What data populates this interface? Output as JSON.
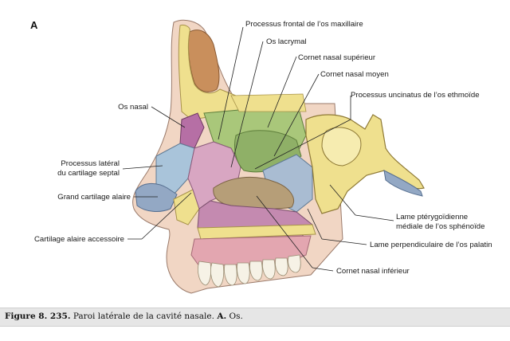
{
  "panel_letter": "A",
  "labels": {
    "processus_frontal": "Processus frontal de l’os maxillaire",
    "os_lacrymal": "Os lacrymal",
    "cornet_superieur": "Cornet nasal supérieur",
    "cornet_moyen": "Cornet nasal moyen",
    "processus_uncinatus": "Processus uncinatus de l’os ethmoïde",
    "os_nasal": "Os nasal",
    "processus_lateral_1": "Processus latéral",
    "processus_lateral_2": "du cartilage septal",
    "grand_cartilage": "Grand cartilage alaire",
    "cartilage_accessoire": "Cartilage alaire accessoire",
    "lame_pterygoidienne_1": "Lame ptérygoïdienne",
    "lame_pterygoidienne_2": "médiale de l’os sphénoïde",
    "lame_perpendiculaire": "Lame perpendiculaire de l’os palatin",
    "cornet_inferieur": "Cornet nasal inférieur"
  },
  "caption": {
    "figure": "Figure 8. 235.",
    "title": "Paroi latérale de la cavité nasale.",
    "panel": "A.",
    "rest": "Os."
  },
  "colors": {
    "skin": "#f1d6c4",
    "soft_tissue": "#e8b8a8",
    "bone_yellow": "#efe08e",
    "nasal_cartilage_blue": "#a9c4da",
    "green_region": "#a9c77a",
    "pink_region": "#d8a6c2",
    "purple_region": "#b66fa5",
    "tan_cornet": "#b69e78",
    "gray_blue": "#93a8c4",
    "sinus_brown": "#c98f5c",
    "palate_pink": "#e3a6b0",
    "teeth": "#f6f2e6"
  }
}
